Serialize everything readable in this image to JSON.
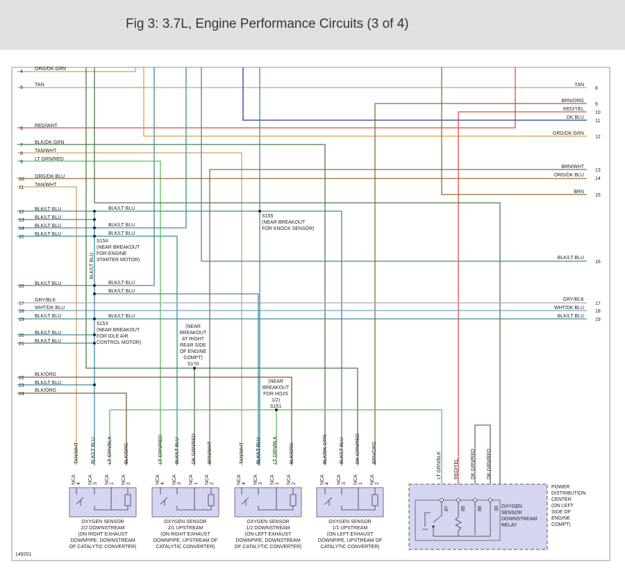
{
  "title": "Fig 3: 3.7L, Engine Performance Circuits (3 of 4)",
  "figure_number": "149201",
  "colors": {
    "header_bg": "#e0e0e0",
    "tan": "#c8a46a",
    "org_dk_grn": "#d9a03c",
    "red": "#e8463a",
    "dk_blu": "#2233aa",
    "blk_dk_grn": "#4a7a44",
    "lt_grn": "#58c058",
    "org_dk_blu": "#9a6a34",
    "blk_lt_blu": "#3a8a9a",
    "brn": "#8a6a30",
    "gry": "#aaaaaa",
    "wht_dk_blu": "#7a9ad8",
    "blk_org": "#7a5a3a",
    "component_fill": "#d5d5f2"
  },
  "left_pins": [
    {
      "num": "4",
      "label": "ORG/DK GRN"
    },
    {
      "num": "5",
      "label": "TAN"
    },
    {
      "num": "6",
      "label": "RED/WHT"
    },
    {
      "num": "7",
      "label": "BLK/DK GRN"
    },
    {
      "num": "8",
      "label": "TAN/WHT"
    },
    {
      "num": "9",
      "label": "LT GRN/RED"
    },
    {
      "num": "10",
      "label": "ORG/DK BLU"
    },
    {
      "num": "11",
      "label": "TAN/WHT"
    },
    {
      "num": "12",
      "label": "BLK/LT BLU"
    },
    {
      "num": "13",
      "label": "BLK/LT BLU"
    },
    {
      "num": "14",
      "label": "BLK/LT BLU"
    },
    {
      "num": "15",
      "label": "BLK/LT BLU"
    },
    {
      "num": "16",
      "label": "BLK/LT BLU"
    },
    {
      "num": "17",
      "label": "GRY/BLK"
    },
    {
      "num": "18",
      "label": "WHT/DK BLU"
    },
    {
      "num": "19",
      "label": "BLK/LT BLU"
    },
    {
      "num": "20",
      "label": "BLK/LT BLU"
    },
    {
      "num": "21",
      "label": "BLK/LT BLU"
    },
    {
      "num": "22",
      "label": "BLK/ORG"
    },
    {
      "num": "23",
      "label": "BLK/LT BLU"
    },
    {
      "num": "24",
      "label": "BLK/ORG"
    }
  ],
  "right_pins": [
    {
      "num": "8",
      "label": "TAN"
    },
    {
      "num": "9",
      "label": "BRN/ORG"
    },
    {
      "num": "10",
      "label": "RED/YEL"
    },
    {
      "num": "11",
      "label": "DK BLU"
    },
    {
      "num": "12",
      "label": "ORG/DK GRN"
    },
    {
      "num": "13",
      "label": "BRN/WHT"
    },
    {
      "num": "14",
      "label": "ORG/DK BLU"
    },
    {
      "num": "15",
      "label": "BRN"
    },
    {
      "num": "16",
      "label": "BLK/LT BLU"
    },
    {
      "num": "17",
      "label": "GRY/BLK"
    },
    {
      "num": "18",
      "label": "WHT/DK BLU"
    },
    {
      "num": "19",
      "label": "BLK/LT BLU"
    }
  ],
  "inline_labels": {
    "blk_lt_blu": "BLK/LT BLU",
    "vertical_blk_lt_blu": "BLK/LT BLU"
  },
  "splices": {
    "s155": [
      "S155",
      "(NEAR BREAKOUT",
      "FOR KNOCK SENSOR)"
    ],
    "s154": [
      "S154",
      "(NEAR BREAKOUT",
      "FOR ENGINE",
      "STARTER MOTOR)"
    ],
    "s153": [
      "S153",
      "(NEAR BREAKOUT",
      "FOR IDLE AIR",
      "CONTROL MOTOR)"
    ],
    "s170": [
      "(NEAR",
      "BREAKOUT",
      "AT RIGHT",
      "REAR SIDE",
      "OF ENGINE",
      "COMPT)",
      "S170"
    ],
    "s161": [
      "(NEAR",
      "BREAKOUT",
      "FOR HO2S",
      "1/2)",
      "S161"
    ]
  },
  "sensors": [
    {
      "wires": [
        "TAN/WHT",
        "BLK/LT BLU",
        "LT GRN/BLK",
        "BLK/ORG"
      ],
      "pins": [
        "4",
        "3",
        "1",
        "2"
      ],
      "pin_prefix": "NCA",
      "caption": [
        "OXYGEN SENSOR",
        "2/2 DOWNSTREAM",
        "(ON RIGHT EXHAUST",
        "DOWNPIPE, DOWNSTREAM",
        "OF CATALYTIC CONVERTER)"
      ]
    },
    {
      "wires": [
        "LT GRN/RED",
        "BLK/LT BLU",
        "DK GRN/RED",
        "BRN/WHT"
      ],
      "pins": [
        "4",
        "3",
        "1",
        "2"
      ],
      "pin_prefix": "NCA",
      "caption": [
        "OXYGEN SENSOR",
        "2/1 UPSTREAM",
        "(ON RIGHT EXHAUST",
        "DOWNPIPE, UPSTREAM OF",
        "CATALYTIC CONVERTER)"
      ]
    },
    {
      "wires": [
        "TAN/WHT",
        "BLK/LT BLU",
        "LT GRN/BLK",
        "BLK/ORG"
      ],
      "pins": [
        "4",
        "3",
        "1",
        "2"
      ],
      "pin_prefix": "NCA",
      "caption": [
        "OXYGEN SENSOR",
        "1/2 DOWNSTREAM",
        "(ON LEFT EXHAUST",
        "DOWNPIPE, DOWNSTREAM",
        "OF CATALYTIC CONVERTER)"
      ]
    },
    {
      "wires": [
        "BLK/DK GRN",
        "BLK/LT BLU",
        "DK GRN/RED",
        "BRN/ORG"
      ],
      "pins": [
        "4",
        "3",
        "1",
        "2"
      ],
      "pin_prefix": "NCA",
      "caption": [
        "OXYGEN SENSOR",
        "1/1 UPSTREAM",
        "(ON LEFT EXHAUST",
        "DOWNPIPE, UPSTREAM OF",
        "CATALYTIC CONVERTER)"
      ]
    }
  ],
  "relay": {
    "wires": [
      "LT GRN/BLK",
      "RED/YEL",
      "DK GRN/RED",
      "DK GRN/RED"
    ],
    "pins": [
      "87",
      "85",
      "86",
      "30"
    ],
    "label": [
      "OXYGEN",
      "SENSOR",
      "DOWNSTREAM",
      "RELAY"
    ],
    "pdc_label": [
      "POWER",
      "DISTRIBUTION",
      "CENTER",
      "(ON LEFT",
      "SIDE OF",
      "ENGINE",
      "COMPT)"
    ]
  }
}
